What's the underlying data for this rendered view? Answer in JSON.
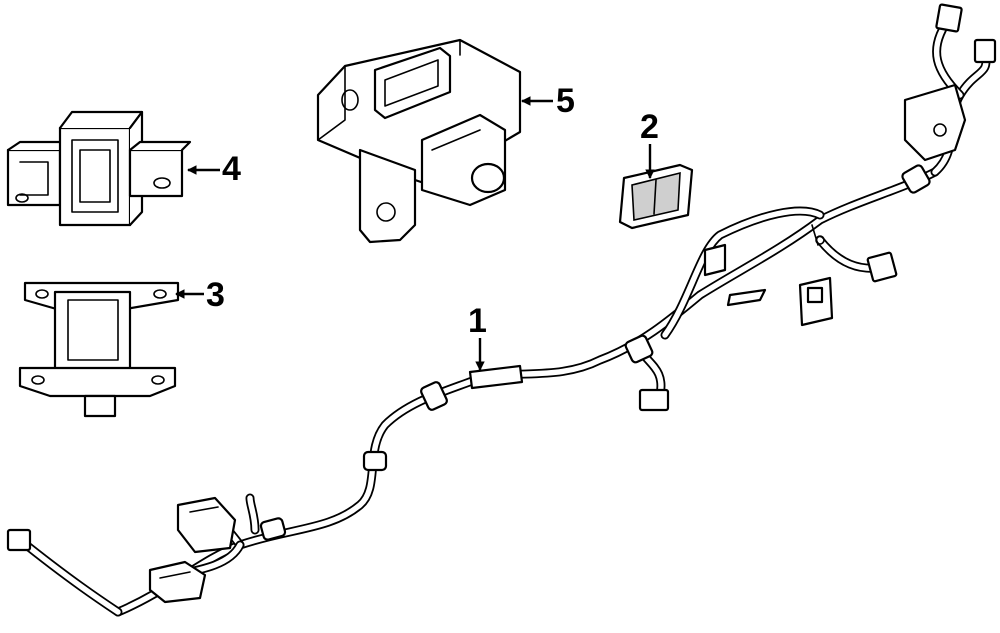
{
  "callouts": {
    "c1": "1",
    "c2": "2",
    "c3": "3",
    "c4": "4",
    "c5": "5"
  },
  "colors": {
    "line": "#000000",
    "background": "#ffffff",
    "shade": "#cfcfcf"
  }
}
